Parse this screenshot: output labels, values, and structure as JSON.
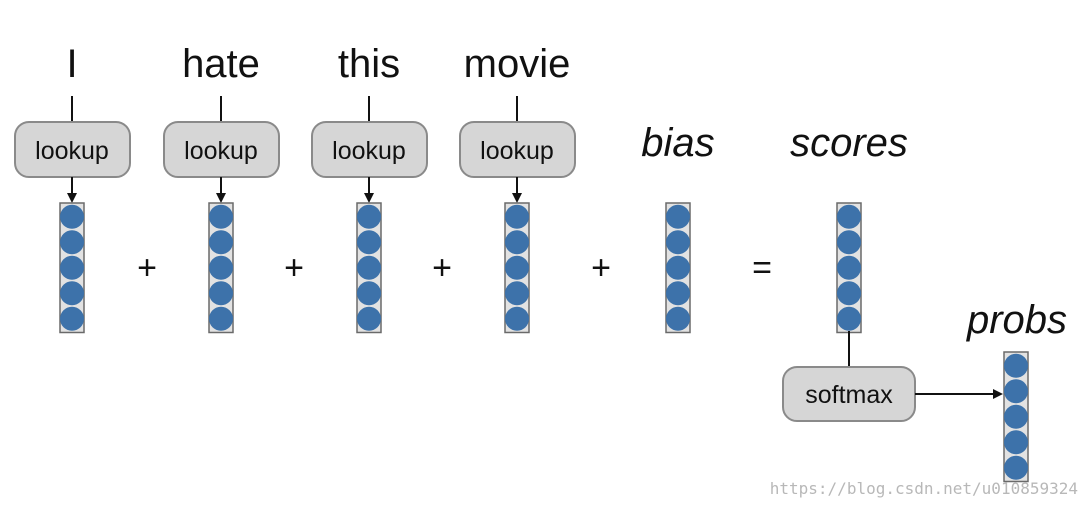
{
  "inputs": [
    {
      "word": "I",
      "op_label": "lookup"
    },
    {
      "word": "hate",
      "op_label": "lookup"
    },
    {
      "word": "this",
      "op_label": "lookup"
    },
    {
      "word": "movie",
      "op_label": "lookup"
    }
  ],
  "bias_label": "bias",
  "scores_label": "scores",
  "probs_label": "probs",
  "softmax_label": "softmax",
  "operators": {
    "plus": "+",
    "equals": "="
  },
  "vector_size": 5,
  "colors": {
    "vector_dot": "#3d72aa",
    "box_fill": "#d6d6d6"
  },
  "watermark": "https://blog.csdn.net/u010859324"
}
